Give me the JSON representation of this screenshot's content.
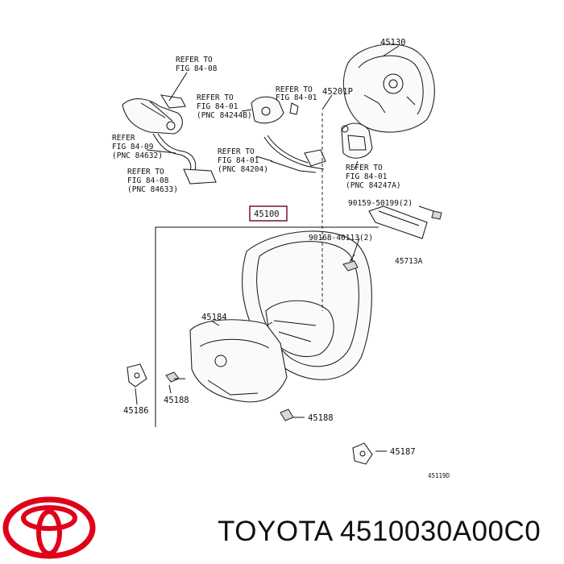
{
  "refs": {
    "r1": [
      "REFER TO",
      "FIG 84-08"
    ],
    "r2": [
      "REFER TO",
      "FIG 84-01",
      "(PNC 84244B)"
    ],
    "r3": [
      "REFER",
      "FIG 84-09",
      "(PNC 84632)"
    ],
    "r4": [
      "REFER TO",
      "FIG 84-08",
      "(PNC 84633)"
    ],
    "r5": [
      "REFER TO",
      "FIG 84-01",
      "(PNC 84204)"
    ],
    "r6": [
      "REFER TO",
      "FIG 84-01",
      "(PNC 84247A)"
    ]
  },
  "parts": {
    "p45130": "45130",
    "p45201": "45201P",
    "p90159": "90159-50199(2)",
    "p45100": "45100",
    "p90168": "90168-40113(2)",
    "p45713": "45713A",
    "p45184": "45184",
    "p45188a": "45188",
    "p45186": "45186",
    "p45188b": "45188",
    "p45187": "45187"
  },
  "diagram_code": "45119D",
  "brand": {
    "text": "TOYOTA 4510030A00C0",
    "logo_color": "#e0001a"
  }
}
